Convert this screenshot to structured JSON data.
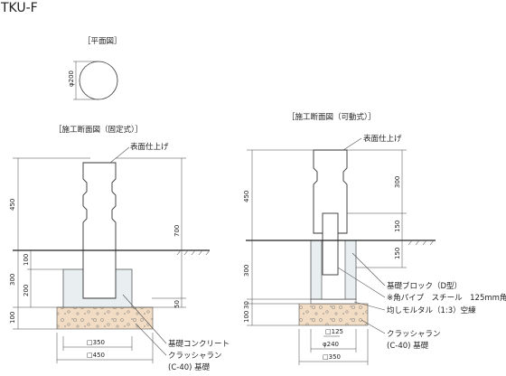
{
  "product_code": "TKU-F",
  "plan": {
    "heading": "［平面図］",
    "diameter": "φ200"
  },
  "fixed": {
    "heading": "［施工断面図（固定式）］",
    "surface_label": "表面仕上げ",
    "concrete_label": "基礎コンクリート",
    "gravel_label": "クラッシャラン",
    "gravel_label2": "(C-40) 基礎",
    "dims": {
      "above": "450",
      "below": "300",
      "total": "700",
      "d100_top": "100",
      "d200": "200",
      "d100_base": "100",
      "d50": "50",
      "w350": "□350",
      "w450": "□450"
    }
  },
  "movable": {
    "heading": "［施工断面図（可動式）］",
    "surface_label": "表面仕上げ",
    "block_label": "基礎ブロック（D型）",
    "pipe_label": "※角パイプ　スチール　125mm角",
    "mortar_label": "均しモルタル（1:3）空練",
    "gravel_label": "クラッシャラン",
    "gravel_label2": "(C-40) 基礎",
    "dims": {
      "above": "450",
      "below": "300",
      "d300_r": "300",
      "d150_r1": "150",
      "d150_r2": "150",
      "d30": "30",
      "d100": "100",
      "w125": "□125",
      "w240": "φ240",
      "w350": "□350"
    }
  },
  "colors": {
    "concrete": "#e9eef0",
    "gravel": "#f2dcc4",
    "line": "#333333"
  }
}
